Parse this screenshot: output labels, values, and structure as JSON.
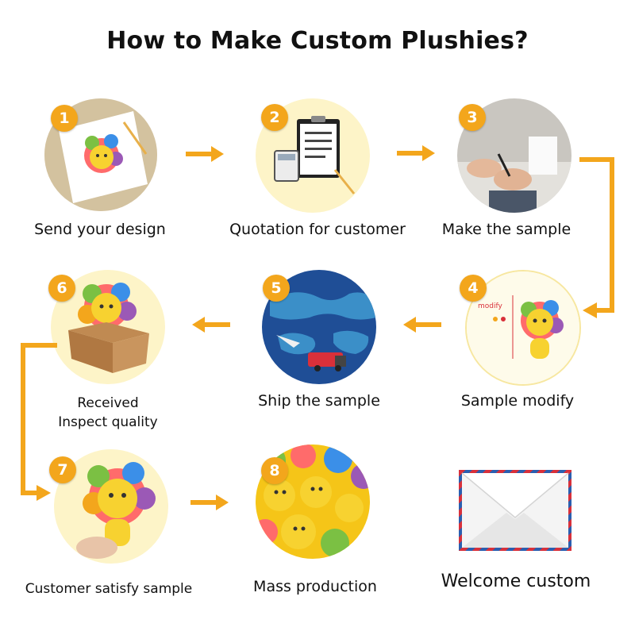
{
  "title": "How to Make Custom Plushies?",
  "steps": [
    {
      "number": "1",
      "label": "Send your design"
    },
    {
      "number": "2",
      "label": "Quotation for customer"
    },
    {
      "number": "3",
      "label": "Make the sample"
    },
    {
      "number": "4",
      "label": "Sample modify"
    },
    {
      "number": "5",
      "label": "Ship the sample"
    },
    {
      "number": "6",
      "label_line1": "Received",
      "label_line2": "Inspect quality"
    },
    {
      "number": "7",
      "label": "Customer satisfy sample"
    },
    {
      "number": "8",
      "label": "Mass production"
    }
  ],
  "closing": {
    "label": "Welcome custom"
  },
  "colors": {
    "accent": "#f3a61c",
    "circle_bg": "#fdf4c8"
  }
}
